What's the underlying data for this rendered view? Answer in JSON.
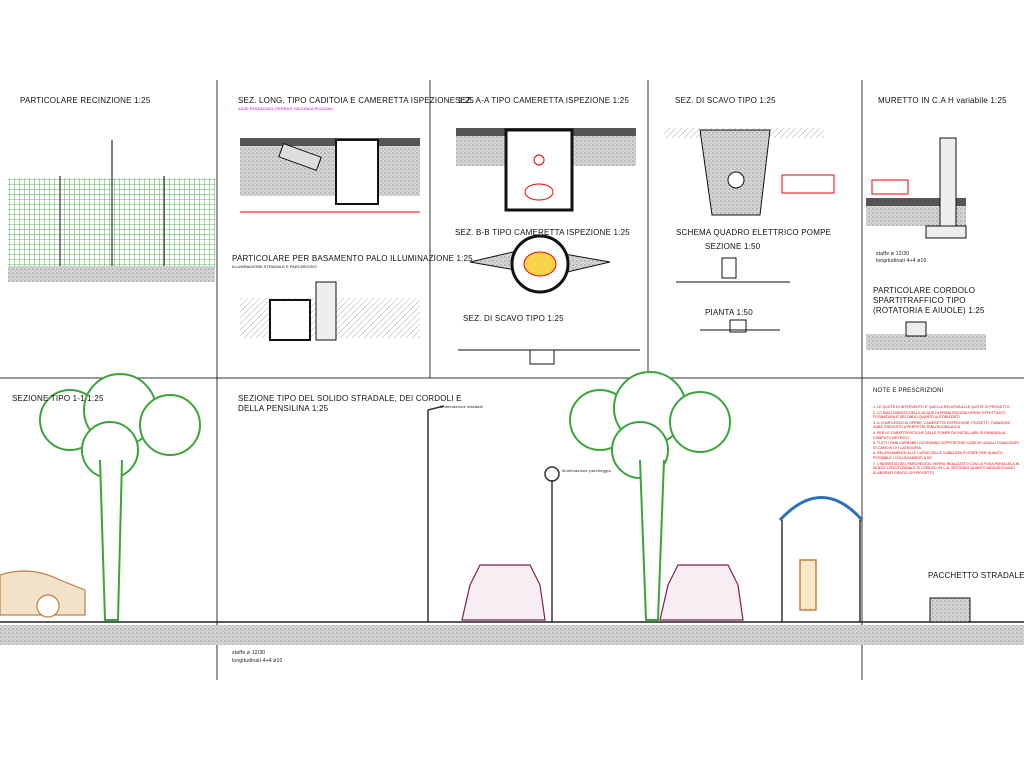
{
  "panels": {
    "recinzione": "PARTICOLARE RECINZIONE   1:25",
    "caditoia": "SEZ. LONG. TIPO CADITOIA E CAMERETTA ISPEZIONE   1:25",
    "caditoia_sub": "ASSE PASSAGGIO (TERRA E SECONDA PIOGGIA)",
    "sez_aa": "SEZ. A-A TIPO CAMERETTA ISPEZIONE   1:25",
    "sez_bb": "SEZ. B-B TIPO CAMERETTA ISPEZIONE   1:25",
    "scavo_small": "SEZ. DI SCAVO TIPO   1:25",
    "basamento": "PARTICOLARE PER BASAMENTO PALO ILLUMINAZIONE   1:25",
    "basamento_sub": "ILLUMINAZIONE STRADALE E PARCHEGGIO",
    "scavo": "SEZ. DI SCAVO TIPO   1:25",
    "quadro": "SCHEMA QUADRO ELETTRICO POMPE",
    "sezione_150": "SEZIONE   1:50",
    "pianta_150": "PIANTA   1:50",
    "muretto": "MURETTO IN C.A H variabile   1:25",
    "cordolo": "PARTICOLARE CORDOLO SPARTITRAFFICO TIPO (ROTATORIA E AIUOLE)   1:25",
    "sezione_11": "SEZIONE TIPO 1-1   1:25",
    "solido": "SEZIONE TIPO DEL SOLIDO STRADALE, DEI CORDOLI E DELLA PENSILINA   1:25",
    "pacchetto": "PACCHETTO STRADALE TIPO",
    "illum_stradale": "Illuminazione stradale",
    "illum_parcheggio": "Illuminazione parcheggio",
    "staffe": "staffe ø 12/30",
    "longitudinali": "longitudinali 4+4 ø10"
  },
  "notes": {
    "title": "NOTE E PRESCRIZIONI",
    "items": [
      "1. LE QUOTE DI INTERVENTO E' QUELLA RELATIVA ALLE QUOTE DI PROGETTO",
      "2. LO SMALTIMENTO DELLE ACQUE DI PRIMA PIOGGIA VERRA' EFFETTUATO FOGNATURA E SECONDO QUANTO AUTORIZZATO",
      "3. IL COMPLESSO DI OPERE, CAMERETTE D'ISPEZIONE, POZZETTI, TUBAZIONI SARA' ESEGUITO A PERFETTA TENUTA IDRAULICA",
      "4. PER LE CARATTERISTICHE DELLE POMPE DA INSTALLARE SI RIMANDA AL COMPUTO METRICO",
      "5. TUTTI I PANI CARRABILI DOVRANNO SOPPORTARE CARICHI UGUALI O MAGGIORI DI CARICHI DI I CATEGORIA",
      "6. RELATIVAMENTE ALLE CURVE DELLE TUBAZIONI EVITARE PER QUANTO POSSIBILE I COLLEGAMENTI A 90°",
      "7. L'INGRESSO DEL PARCHEGGIO VERRA' REALIZZATO CON LA POSA PARALLELA IN SENSO LONGITUDINALE DI CORDOLI IN C.A. SECONDO QUANTO INDICATO DAGLI ELABORATI GRAFICI DI PROGETTO"
    ]
  },
  "colors": {
    "fence": "#2a9a2a",
    "tree": "#3aa53a",
    "annot_red": "#e00000",
    "magenta": "#cc00cc",
    "line": "#111111"
  }
}
